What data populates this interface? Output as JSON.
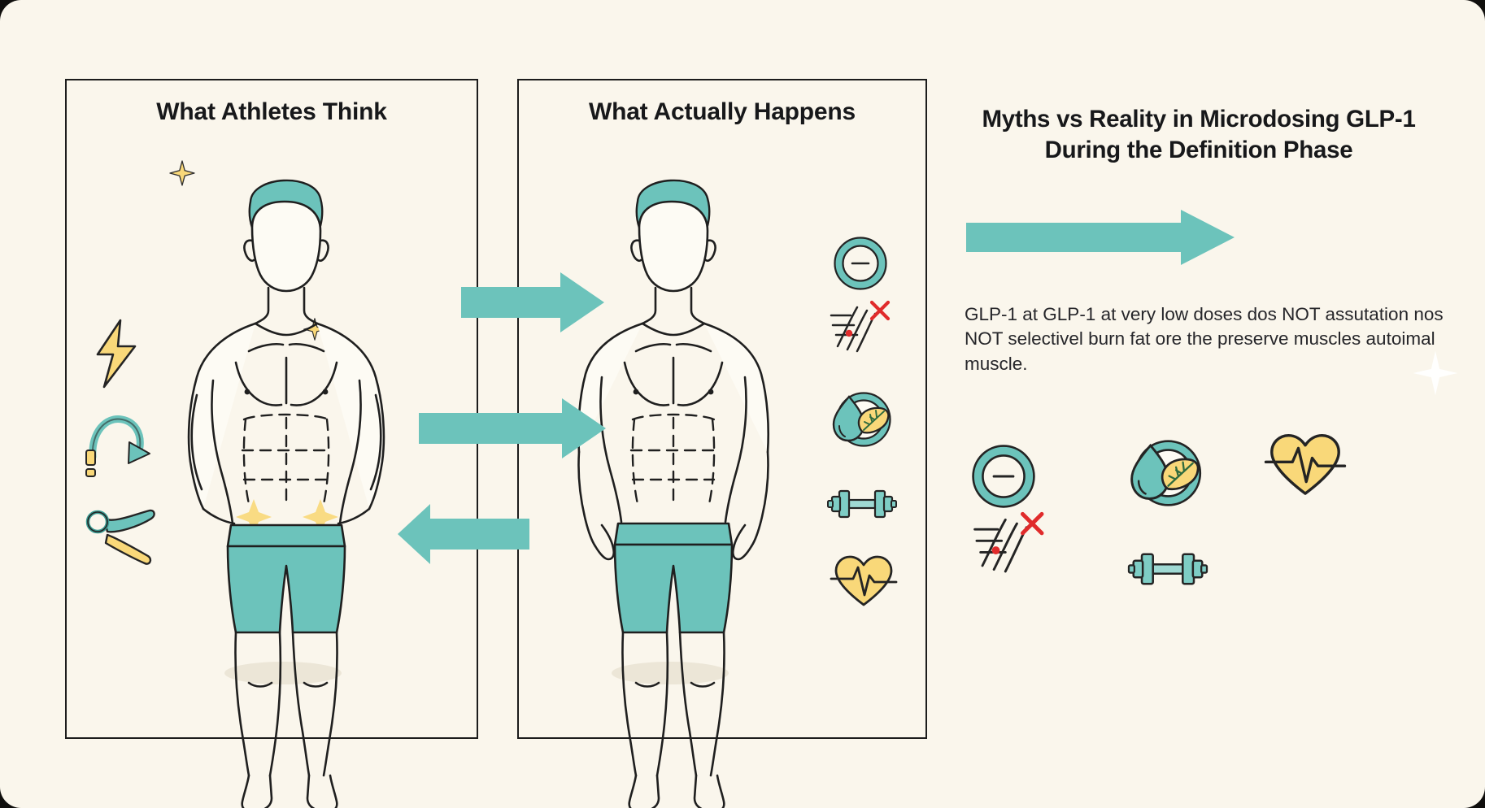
{
  "page": {
    "background_color": "#faf6ec",
    "outer_color": "#100f0d",
    "accent_teal": "#6cc3bb",
    "accent_yellow": "#f9d879",
    "accent_red": "#e02b2b",
    "ink": "#1c1c1c"
  },
  "panels": [
    {
      "id": "think",
      "title": "What Athletes Think"
    },
    {
      "id": "happens",
      "title": "What Actually Happens"
    }
  ],
  "headline": {
    "line1": "Myths vs Reality in Microdosing GLP-1",
    "line2": "During the Definition Phase"
  },
  "body": {
    "text": "GLP-1 at GLP-1 at very low doses dos NOT assutation nos NOT selectivel burn fat ore the preserve muscles autoimal muscle."
  },
  "center_arrows": [
    {
      "name": "arrow-think-to-happens-top",
      "direction": "right"
    },
    {
      "name": "arrow-think-to-happens-middle",
      "direction": "right"
    },
    {
      "name": "arrow-happens-to-think-bottom",
      "direction": "left"
    }
  ],
  "headline_arrow": {
    "name": "headline-arrow",
    "direction": "right"
  },
  "left_panel_icons": [
    {
      "name": "lightning-bolt-icon",
      "label": "energy"
    },
    {
      "name": "circular-arrow-icon",
      "label": "metabolism-reset"
    },
    {
      "name": "caliper-scissors-icon",
      "label": "fat-measurement"
    }
  ],
  "right_panel_icons": [
    {
      "name": "minus-circle-icon",
      "label": "reduction"
    },
    {
      "name": "muscle-fiber-cross-icon",
      "label": "muscle-loss"
    },
    {
      "name": "droplet-leaf-icon",
      "label": "nutrition"
    },
    {
      "name": "dumbbell-icon",
      "label": "training"
    },
    {
      "name": "heart-pulse-icon",
      "label": "cardio-health"
    }
  ],
  "summary_icons": [
    {
      "name": "minus-circle-icon",
      "label": "reduction"
    },
    {
      "name": "droplet-leaf-icon",
      "label": "nutrition"
    },
    {
      "name": "heart-pulse-icon",
      "label": "cardio-health"
    },
    {
      "name": "muscle-fiber-cross-icon",
      "label": "muscle-loss"
    },
    {
      "name": "dumbbell-icon",
      "label": "training"
    }
  ],
  "figures": [
    {
      "name": "athlete-figure-idealized",
      "panel": "think"
    },
    {
      "name": "athlete-figure-realistic",
      "panel": "happens"
    }
  ]
}
